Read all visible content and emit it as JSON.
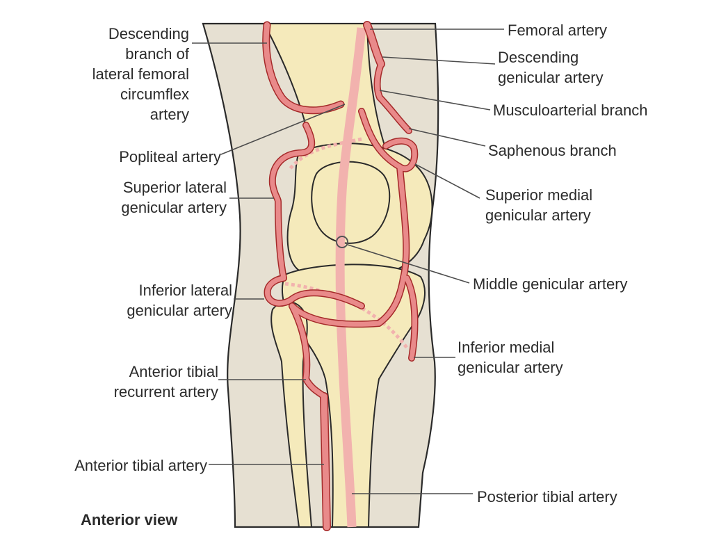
{
  "colors": {
    "skin_fill": "#e6e0d2",
    "skin_outline": "#2a2a2a",
    "bone_fill": "#f5eabb",
    "bone_shade": "#e8d48e",
    "artery_fill": "#e98a8a",
    "artery_outline": "#a52a2a",
    "posterior_vessel": "#f2b2ae",
    "leader_line": "#4d4d4d",
    "label_text": "#2b2b2b"
  },
  "labels": {
    "descending_branch_lfc": [
      "Descending",
      "branch of",
      "lateral femoral",
      "circumflex",
      "artery"
    ],
    "popliteal": [
      "Popliteal artery"
    ],
    "superior_lateral": [
      "Superior lateral",
      "genicular artery"
    ],
    "inferior_lateral": [
      "Inferior lateral",
      "genicular artery"
    ],
    "anterior_tibial_recurrent": [
      "Anterior tibial",
      "recurrent artery"
    ],
    "anterior_tibial": [
      "Anterior tibial artery"
    ],
    "femoral": [
      "Femoral artery"
    ],
    "descending_genicular": [
      "Descending",
      "genicular artery"
    ],
    "musculoarterial": [
      "Musculoarterial branch"
    ],
    "saphenous": [
      "Saphenous branch"
    ],
    "superior_medial": [
      "Superior medial",
      "genicular artery"
    ],
    "middle_genicular": [
      "Middle genicular artery"
    ],
    "inferior_medial": [
      "Inferior medial",
      "genicular artery"
    ],
    "posterior_tibial": [
      "Posterior tibial artery"
    ]
  },
  "caption": "Anterior view"
}
